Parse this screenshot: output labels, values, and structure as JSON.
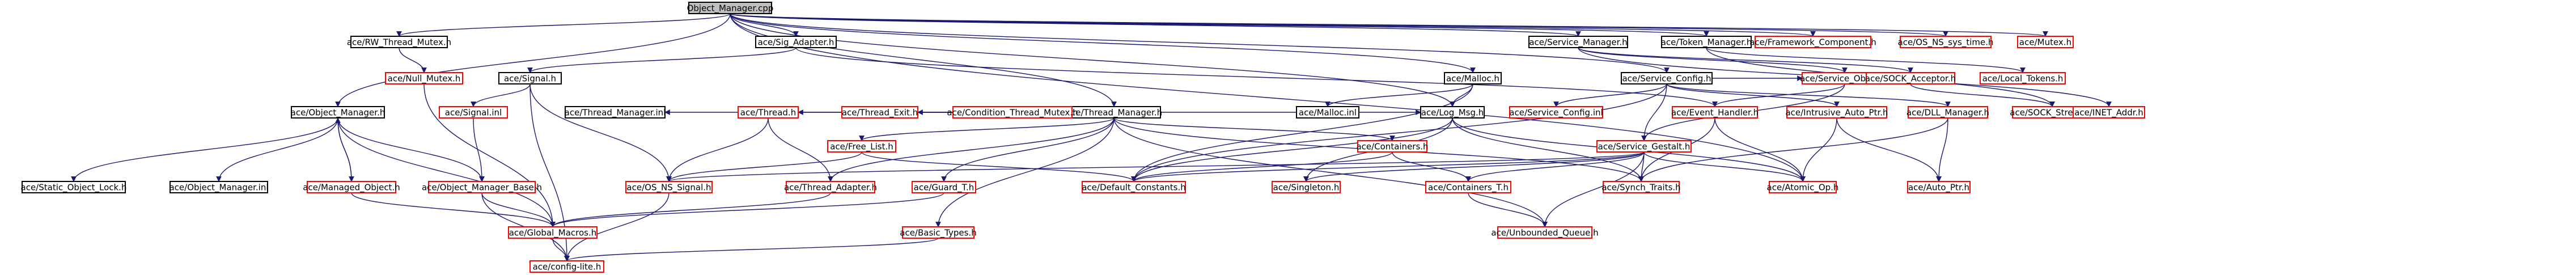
{
  "colors": {
    "edge": "#191970",
    "root_fill": "#bfbfbf",
    "root_stroke": "#000000",
    "linked_stroke": "#000000",
    "unlinked_stroke": "#ff0000",
    "node_fill": "#ffffff",
    "text": "#000000"
  },
  "graph": {
    "root": "n0",
    "nodes": [
      {
        "id": "n0",
        "label": "Object_Manager.cpp",
        "kind": "root"
      },
      {
        "id": "n1",
        "label": "ace/RW_Thread_Mutex.h",
        "kind": "linked"
      },
      {
        "id": "n2",
        "label": "ace/Sig_Adapter.h",
        "kind": "linked"
      },
      {
        "id": "n3",
        "label": "ace/Service_Manager.h",
        "kind": "linked"
      },
      {
        "id": "n4",
        "label": "ace/Token_Manager.h",
        "kind": "linked"
      },
      {
        "id": "n5",
        "label": "ace/Framework_Component.h",
        "kind": "unlinked"
      },
      {
        "id": "n6",
        "label": "ace/OS_NS_sys_time.h",
        "kind": "unlinked"
      },
      {
        "id": "n7",
        "label": "ace/Mutex.h",
        "kind": "unlinked"
      },
      {
        "id": "n8",
        "label": "ace/Null_Mutex.h",
        "kind": "unlinked"
      },
      {
        "id": "n9",
        "label": "ace/Signal.h",
        "kind": "linked"
      },
      {
        "id": "n10",
        "label": "ace/Malloc.h",
        "kind": "linked"
      },
      {
        "id": "n11",
        "label": "ace/Service_Config.h",
        "kind": "linked"
      },
      {
        "id": "n12",
        "label": "ace/Service_Object.h",
        "kind": "unlinked"
      },
      {
        "id": "n13",
        "label": "ace/SOCK_Acceptor.h",
        "kind": "unlinked"
      },
      {
        "id": "n14",
        "label": "ace/Local_Tokens.h",
        "kind": "unlinked"
      },
      {
        "id": "n15",
        "label": "ace/Object_Manager.h",
        "kind": "linked"
      },
      {
        "id": "n16",
        "label": "ace/Thread_Manager.h",
        "kind": "linked"
      },
      {
        "id": "n17",
        "label": "ace/Signal.inl",
        "kind": "unlinked"
      },
      {
        "id": "n18",
        "label": "ace/Thread_Manager.inl",
        "kind": "linked"
      },
      {
        "id": "n19",
        "label": "ace/Thread.h",
        "kind": "unlinked"
      },
      {
        "id": "n20",
        "label": "ace/Thread_Exit.h",
        "kind": "unlinked"
      },
      {
        "id": "n21",
        "label": "ace/Condition_Thread_Mutex.h",
        "kind": "unlinked"
      },
      {
        "id": "n22",
        "label": "ace/Malloc.inl",
        "kind": "linked"
      },
      {
        "id": "n23",
        "label": "ace/Log_Msg.h",
        "kind": "linked"
      },
      {
        "id": "n24",
        "label": "ace/Service_Config.inl",
        "kind": "unlinked"
      },
      {
        "id": "n25",
        "label": "ace/Event_Handler.h",
        "kind": "unlinked"
      },
      {
        "id": "n26",
        "label": "ace/Intrusive_Auto_Ptr.h",
        "kind": "unlinked"
      },
      {
        "id": "n27",
        "label": "ace/DLL_Manager.h",
        "kind": "unlinked"
      },
      {
        "id": "n28",
        "label": "ace/SOCK_Stream.h",
        "kind": "unlinked"
      },
      {
        "id": "n29",
        "label": "ace/INET_Addr.h",
        "kind": "unlinked"
      },
      {
        "id": "n30",
        "label": "ace/Free_List.h",
        "kind": "unlinked"
      },
      {
        "id": "n31",
        "label": "ace/Containers.h",
        "kind": "unlinked"
      },
      {
        "id": "n32",
        "label": "ace/Service_Gestalt.h",
        "kind": "unlinked"
      },
      {
        "id": "n33",
        "label": "ace/Static_Object_Lock.h",
        "kind": "linked"
      },
      {
        "id": "n34",
        "label": "ace/Object_Manager.inl",
        "kind": "linked"
      },
      {
        "id": "n35",
        "label": "ace/Managed_Object.h",
        "kind": "unlinked"
      },
      {
        "id": "n36",
        "label": "ace/Object_Manager_Base.h",
        "kind": "unlinked"
      },
      {
        "id": "n37",
        "label": "ace/OS_NS_Signal.h",
        "kind": "unlinked"
      },
      {
        "id": "n38",
        "label": "ace/Thread_Adapter.h",
        "kind": "unlinked"
      },
      {
        "id": "n39",
        "label": "ace/Guard_T.h",
        "kind": "unlinked"
      },
      {
        "id": "n40",
        "label": "ace/Default_Constants.h",
        "kind": "unlinked"
      },
      {
        "id": "n41",
        "label": "ace/Singleton.h",
        "kind": "unlinked"
      },
      {
        "id": "n42",
        "label": "ace/Containers_T.h",
        "kind": "unlinked"
      },
      {
        "id": "n43",
        "label": "ace/Synch_Traits.h",
        "kind": "unlinked"
      },
      {
        "id": "n44",
        "label": "ace/Atomic_Op.h",
        "kind": "unlinked"
      },
      {
        "id": "n45",
        "label": "ace/Auto_Ptr.h",
        "kind": "unlinked"
      },
      {
        "id": "n46",
        "label": "ace/Global_Macros.h",
        "kind": "unlinked"
      },
      {
        "id": "n47",
        "label": "ace/Basic_Types.h",
        "kind": "unlinked"
      },
      {
        "id": "n48",
        "label": "ace/Unbounded_Queue.h",
        "kind": "unlinked"
      },
      {
        "id": "n49",
        "label": "ace/config-lite.h",
        "kind": "unlinked"
      }
    ],
    "edges": [
      [
        "n0",
        "n1"
      ],
      [
        "n0",
        "n2"
      ],
      [
        "n0",
        "n3"
      ],
      [
        "n0",
        "n4"
      ],
      [
        "n0",
        "n5"
      ],
      [
        "n0",
        "n6"
      ],
      [
        "n0",
        "n7"
      ],
      [
        "n0",
        "n15"
      ],
      [
        "n0",
        "n16"
      ],
      [
        "n0",
        "n10"
      ],
      [
        "n0",
        "n11"
      ],
      [
        "n0",
        "n23"
      ],
      [
        "n0",
        "n44"
      ],
      [
        "n1",
        "n8"
      ],
      [
        "n8",
        "n46"
      ],
      [
        "n2",
        "n9"
      ],
      [
        "n2",
        "n25"
      ],
      [
        "n9",
        "n17"
      ],
      [
        "n9",
        "n37"
      ],
      [
        "n9",
        "n49"
      ],
      [
        "n17",
        "n36"
      ],
      [
        "n15",
        "n33"
      ],
      [
        "n15",
        "n34"
      ],
      [
        "n15",
        "n35"
      ],
      [
        "n15",
        "n36"
      ],
      [
        "n15",
        "n46"
      ],
      [
        "n35",
        "n15"
      ],
      [
        "n35",
        "n46"
      ],
      [
        "n36",
        "n46"
      ],
      [
        "n36",
        "n49"
      ],
      [
        "n16",
        "n18"
      ],
      [
        "n16",
        "n19"
      ],
      [
        "n16",
        "n20"
      ],
      [
        "n16",
        "n21"
      ],
      [
        "n16",
        "n30"
      ],
      [
        "n16",
        "n31"
      ],
      [
        "n16",
        "n23"
      ],
      [
        "n16",
        "n39"
      ],
      [
        "n16",
        "n38"
      ],
      [
        "n16",
        "n48"
      ],
      [
        "n16",
        "n43"
      ],
      [
        "n16",
        "n47"
      ],
      [
        "n19",
        "n38"
      ],
      [
        "n19",
        "n37"
      ],
      [
        "n30",
        "n40"
      ],
      [
        "n30",
        "n37"
      ],
      [
        "n31",
        "n42"
      ],
      [
        "n31",
        "n40"
      ],
      [
        "n42",
        "n48"
      ],
      [
        "n39",
        "n46"
      ],
      [
        "n38",
        "n46"
      ],
      [
        "n37",
        "n49"
      ],
      [
        "n47",
        "n49"
      ],
      [
        "n46",
        "n49"
      ],
      [
        "n10",
        "n22"
      ],
      [
        "n10",
        "n40"
      ],
      [
        "n10",
        "n23"
      ],
      [
        "n23",
        "n40"
      ],
      [
        "n23",
        "n44"
      ],
      [
        "n23",
        "n43"
      ],
      [
        "n23",
        "n41"
      ],
      [
        "n11",
        "n24"
      ],
      [
        "n11",
        "n32"
      ],
      [
        "n11",
        "n12"
      ],
      [
        "n11",
        "n40"
      ],
      [
        "n11",
        "n26"
      ],
      [
        "n11",
        "n27"
      ],
      [
        "n12",
        "n32"
      ],
      [
        "n12",
        "n25"
      ],
      [
        "n32",
        "n40"
      ],
      [
        "n32",
        "n41"
      ],
      [
        "n32",
        "n42"
      ],
      [
        "n32",
        "n43"
      ],
      [
        "n32",
        "n44"
      ],
      [
        "n32",
        "n48"
      ],
      [
        "n32",
        "n37"
      ],
      [
        "n25",
        "n43"
      ],
      [
        "n25",
        "n44"
      ],
      [
        "n26",
        "n44"
      ],
      [
        "n26",
        "n45"
      ],
      [
        "n27",
        "n45"
      ],
      [
        "n27",
        "n43"
      ],
      [
        "n3",
        "n12"
      ],
      [
        "n3",
        "n13"
      ],
      [
        "n3",
        "n29"
      ],
      [
        "n13",
        "n28"
      ],
      [
        "n28",
        "n29"
      ],
      [
        "n4",
        "n14"
      ],
      [
        "n4",
        "n28"
      ]
    ]
  }
}
